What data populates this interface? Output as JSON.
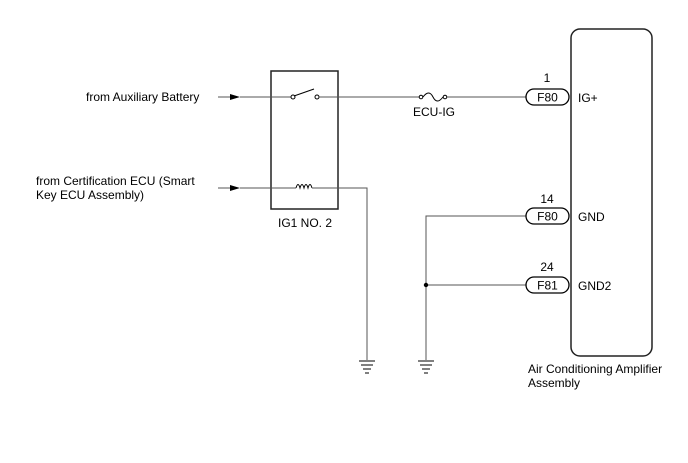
{
  "sources": {
    "aux_battery": "from Auxiliary Battery",
    "cert_ecu_line1": "from Certification ECU (Smart",
    "cert_ecu_line2": "Key ECU Assembly)"
  },
  "relay": {
    "label": "IG1 NO. 2"
  },
  "fuse": {
    "label": "ECU-IG"
  },
  "amplifier": {
    "label_line1": "Air Conditioning Amplifier",
    "label_line2": "Assembly"
  },
  "pins": [
    {
      "pin_number": "1",
      "connector": "F80",
      "terminal": "IG+"
    },
    {
      "pin_number": "14",
      "connector": "F80",
      "terminal": "GND"
    },
    {
      "pin_number": "24",
      "connector": "F81",
      "terminal": "GND2"
    }
  ]
}
